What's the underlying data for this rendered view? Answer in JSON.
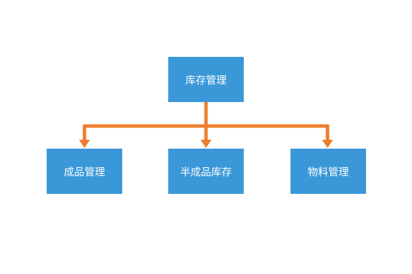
{
  "colors": {
    "node_fill": "#3a98d8",
    "connector": "#ef7d2d",
    "text": "#ffffff"
  },
  "diagram": {
    "root": {
      "label": "库存管理"
    },
    "children": [
      {
        "label": "成品管理"
      },
      {
        "label": "半成品库存"
      },
      {
        "label": "物料管理"
      }
    ]
  }
}
